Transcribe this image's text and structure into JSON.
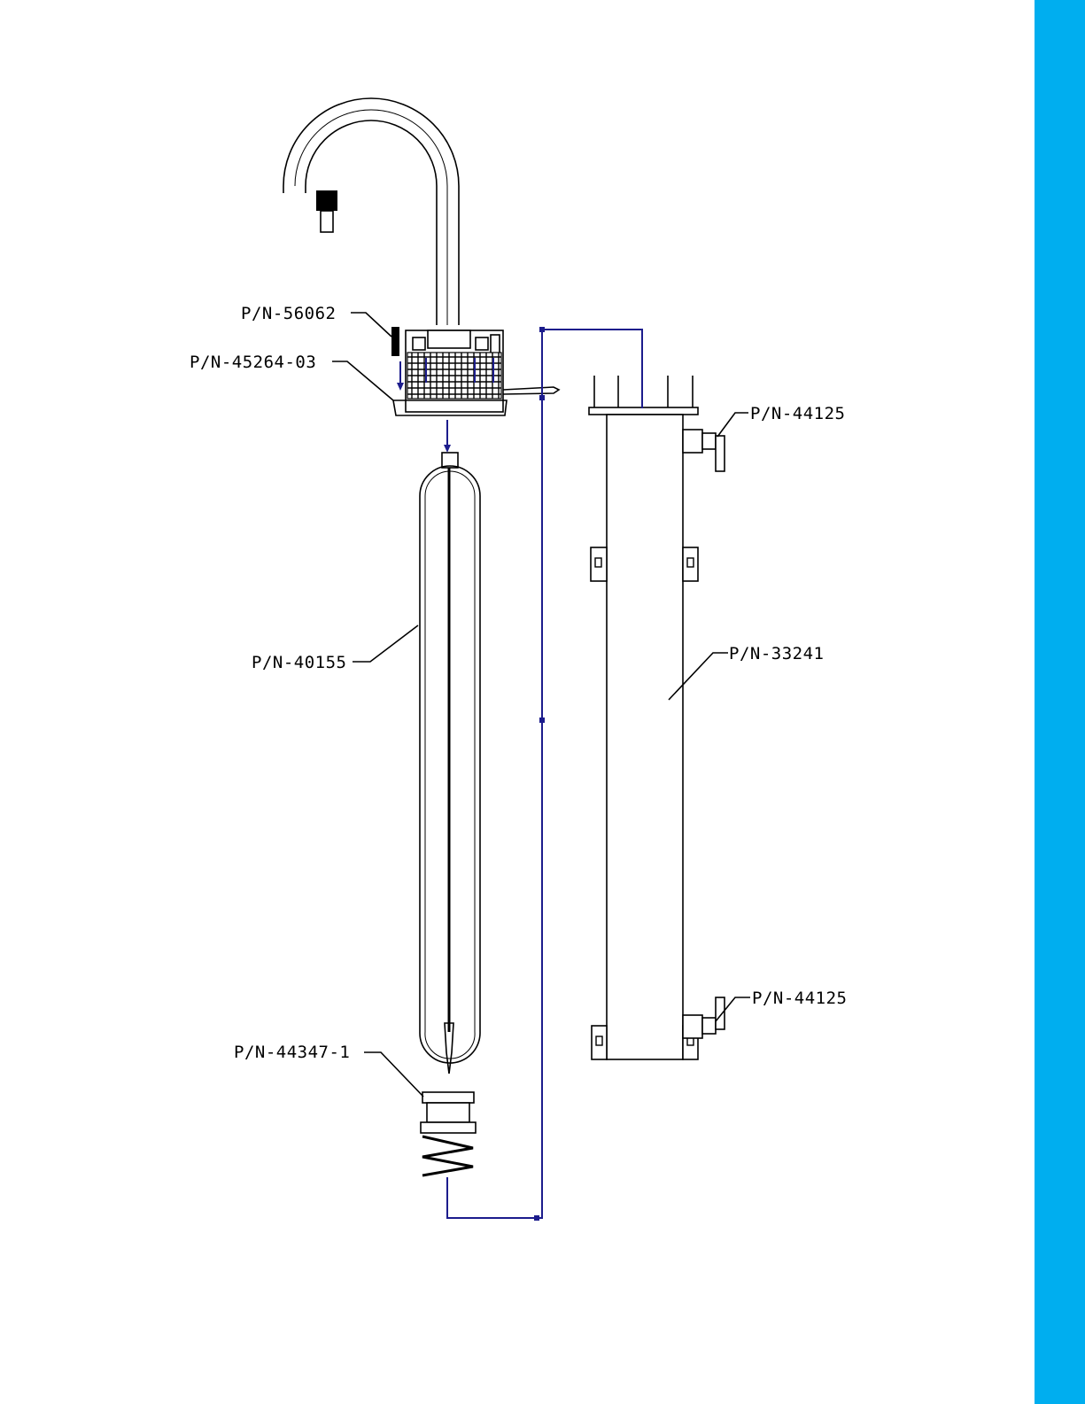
{
  "colors": {
    "sidebar": "#00aeef",
    "line": "#000000",
    "flow": "#1c1c8c",
    "background": "#ffffff"
  },
  "labels": {
    "pn_56062": "P/N-56062",
    "pn_45264_03": "P/N-45264-03",
    "pn_40155": "P/N-40155",
    "pn_44347_1": "P/N-44347-1",
    "pn_44125_top": "P/N-44125",
    "pn_33241": "P/N-33241",
    "pn_44125_bottom": "P/N-44125"
  }
}
